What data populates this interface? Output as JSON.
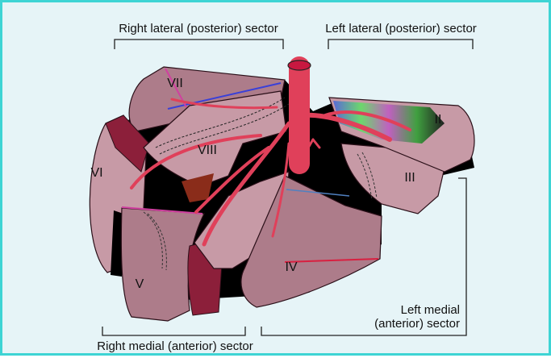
{
  "labels": {
    "right_lateral_sector": "Right lateral (posterior) sector",
    "left_lateral_sector": "Left lateral (posterior) sector",
    "right_medial_sector": "Right medial (anterior) sector",
    "left_medial_sector_line1": "Left medial",
    "left_medial_sector_line2": "(anterior) sector"
  },
  "segments": {
    "II": "II",
    "III": "III",
    "IV": "IV",
    "V": "V",
    "VI": "VI",
    "VII": "VII",
    "VIII": "VIII"
  },
  "colors": {
    "background": "#e6f4f7",
    "border": "#3ed4d4",
    "liver_pink": "#ad7c8a",
    "liver_light": "#c79aa6",
    "liver_dark": "#8c1f3a",
    "cut_surface": "#000000",
    "vessel": "#e0405a"
  }
}
